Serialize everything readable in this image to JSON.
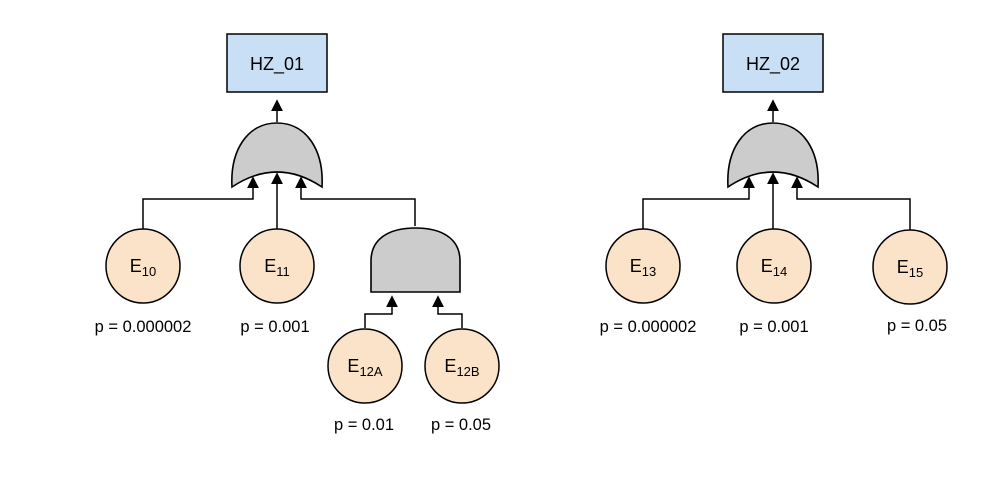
{
  "diagram": {
    "type": "fault-tree",
    "colors": {
      "background": "#ffffff",
      "top_event_fill": "#c9dff5",
      "basic_event_fill": "#fbe3c9",
      "gate_fill": "#cccccc",
      "stroke": "#000000"
    },
    "tree1": {
      "top_event": "HZ_01",
      "gate_type": "OR",
      "e10": {
        "base": "E",
        "sub": "10",
        "prob": "p = 0.000002"
      },
      "e11": {
        "base": "E",
        "sub": "11",
        "prob": "p = 0.001"
      },
      "and_gate_type": "AND",
      "e12a": {
        "base": "E",
        "sub": "12A",
        "prob": "p = 0.01"
      },
      "e12b": {
        "base": "E",
        "sub": "12B",
        "prob": "p = 0.05"
      }
    },
    "tree2": {
      "top_event": "HZ_02",
      "gate_type": "OR",
      "e13": {
        "base": "E",
        "sub": "13",
        "prob": "p = 0.000002"
      },
      "e14": {
        "base": "E",
        "sub": "14",
        "prob": "p = 0.001"
      },
      "e15": {
        "base": "E",
        "sub": "15",
        "prob": "p = 0.05"
      }
    }
  }
}
